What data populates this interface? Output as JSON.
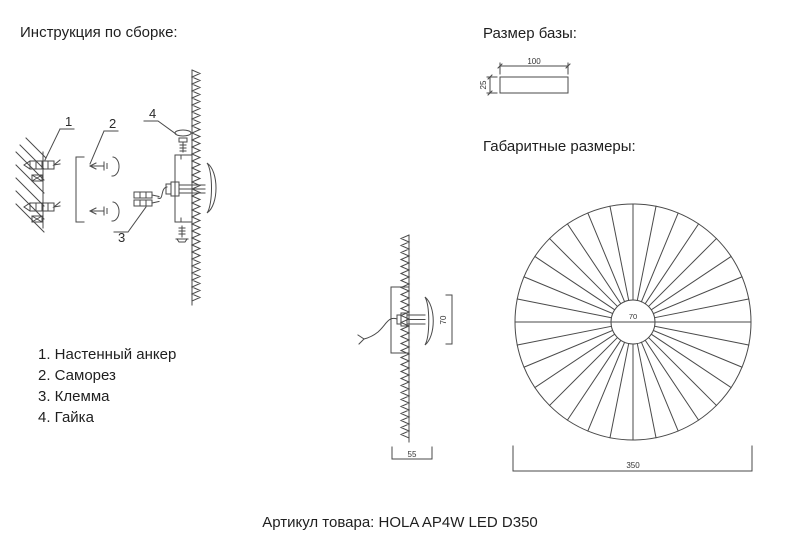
{
  "page": {
    "background": "#ffffff",
    "line_color": "#4a4a4a",
    "text_color": "#1f1f1f"
  },
  "assembly": {
    "title": "Инструкция по сборке:",
    "callouts": [
      "1",
      "2",
      "3",
      "4"
    ],
    "parts": [
      "1. Настенный анкер",
      "2. Саморез",
      "3. Клемма",
      "4. Гайка"
    ]
  },
  "base_size": {
    "title": "Размер базы:",
    "width": "100",
    "height": "25"
  },
  "overall": {
    "title": "Габаритные размеры:",
    "side_view": {
      "shade_height": "70",
      "wall_depth": "55"
    },
    "front_view": {
      "inner_diameter": "70",
      "outer_diameter": "350",
      "spokes": 32
    }
  },
  "footer": {
    "article_label": "Артикул товара: HOLA AP4W LED D350"
  }
}
